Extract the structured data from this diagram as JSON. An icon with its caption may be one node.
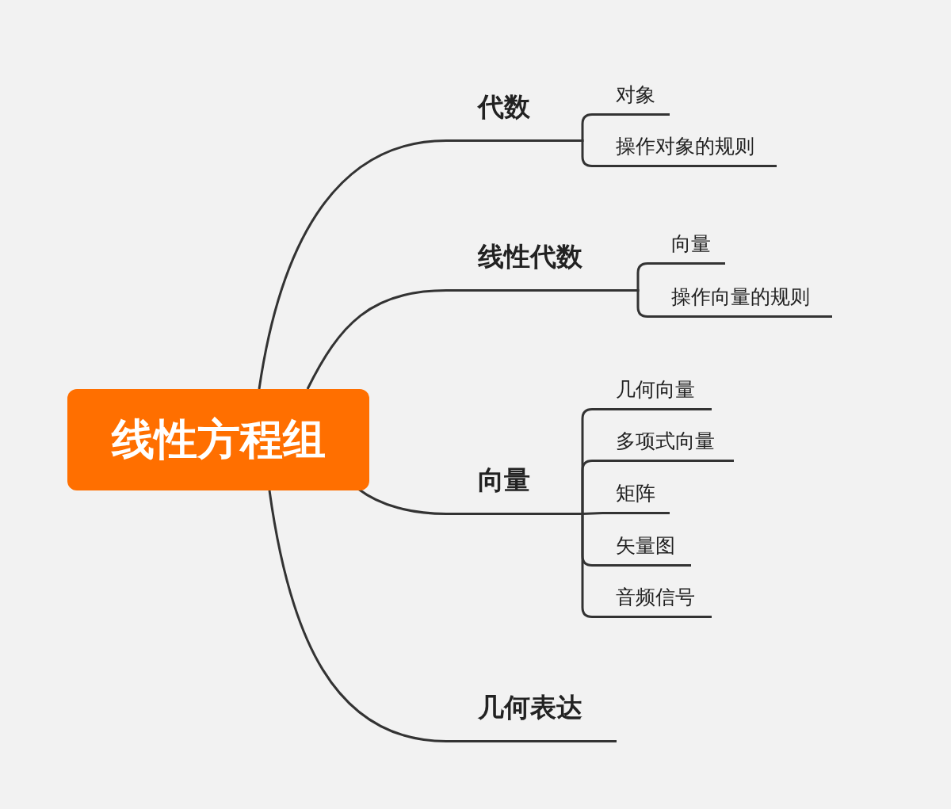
{
  "diagram": {
    "nodes": [
      {
        "text": [
          "线性方程组"
        ]
      },
      {
        "text": [
          "代数"
        ]
      },
      {
        "text": [
          "对象"
        ]
      },
      {
        "text": [
          "操作对象的规则"
        ]
      },
      {
        "text": [
          "线性代数"
        ]
      },
      {
        "text": [
          "向量"
        ]
      },
      {
        "text": [
          "操作向量的规则"
        ]
      },
      {
        "text": [
          "向量"
        ]
      },
      {
        "text": [
          "几何向量"
        ]
      },
      {
        "text": [
          "多项式向量"
        ]
      },
      {
        "text": [
          "矩阵"
        ]
      },
      {
        "text": [
          "矢量图"
        ]
      },
      {
        "text": [
          "音频信号"
        ]
      },
      {
        "text": [
          "几何表达"
        ]
      }
    ],
    "edges": [
      {
        "from": 0,
        "to": 1,
        "arrow": "none"
      },
      {
        "from": 1,
        "to": 2,
        "arrow": "none"
      },
      {
        "from": 1,
        "to": 3,
        "arrow": "none"
      },
      {
        "from": 0,
        "to": 4,
        "arrow": "none"
      },
      {
        "from": 4,
        "to": 5,
        "arrow": "none"
      },
      {
        "from": 4,
        "to": 6,
        "arrow": "none"
      },
      {
        "from": 0,
        "to": 7,
        "arrow": "none"
      },
      {
        "from": 7,
        "to": 8,
        "arrow": "none"
      },
      {
        "from": 7,
        "to": 9,
        "arrow": "none"
      },
      {
        "from": 7,
        "to": 10,
        "arrow": "none"
      },
      {
        "from": 7,
        "to": 11,
        "arrow": "none"
      },
      {
        "from": 7,
        "to": 12,
        "arrow": "none"
      },
      {
        "from": 0,
        "to": 13,
        "arrow": "none"
      }
    ]
  }
}
